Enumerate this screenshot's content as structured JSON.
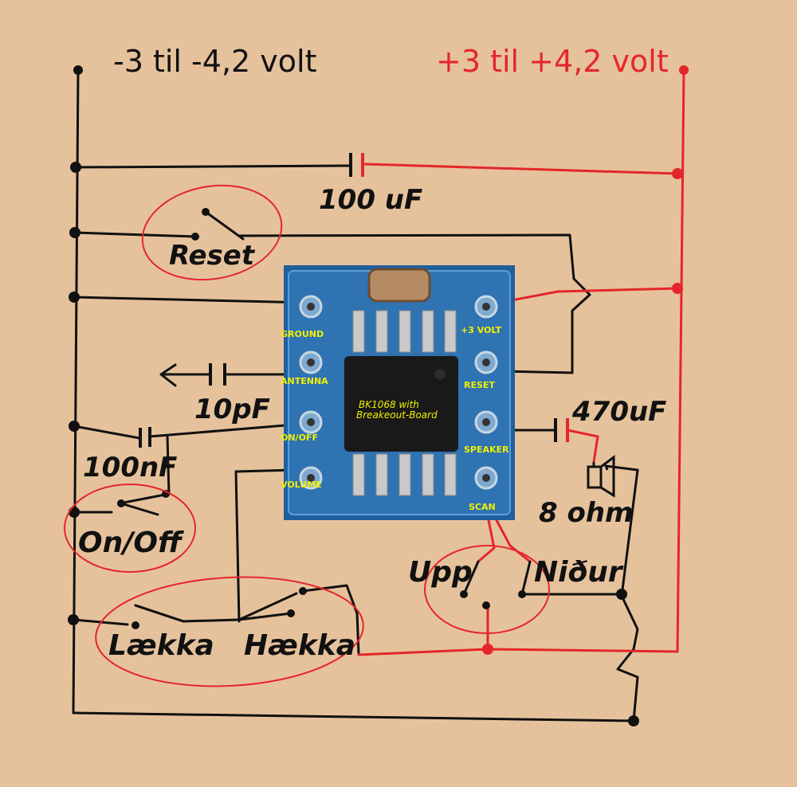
{
  "supply": {
    "negative_label": "-3 til -4,2 volt",
    "positive_label": "+3 til +4,2 volt",
    "negative_color": "#111111",
    "positive_color": "#e5262b"
  },
  "components": {
    "cap_main": "100 uF",
    "cap_antenna": "10pF",
    "cap_onoff": "100nF",
    "cap_speaker": "470uF",
    "speaker": "8 ohm"
  },
  "switches": {
    "reset": "Reset",
    "onoff": "On/Off",
    "laekka": "Lækka",
    "haekka": "Hækka",
    "upp": "Upp",
    "nidur": "Niður"
  },
  "module": {
    "title_line1": "BK1068 with",
    "title_line2": "Breakeout-Board",
    "pins_left": [
      "GROUND",
      "ANTENNA",
      "ON/OFF",
      "VOLUME"
    ],
    "pins_right": [
      "+3 VOLT",
      "RESET",
      "SPEAKER",
      "SCAN"
    ],
    "board_color": "#1e5f9c",
    "label_color": "#f2f000"
  },
  "annotation_color": "#e5262b"
}
